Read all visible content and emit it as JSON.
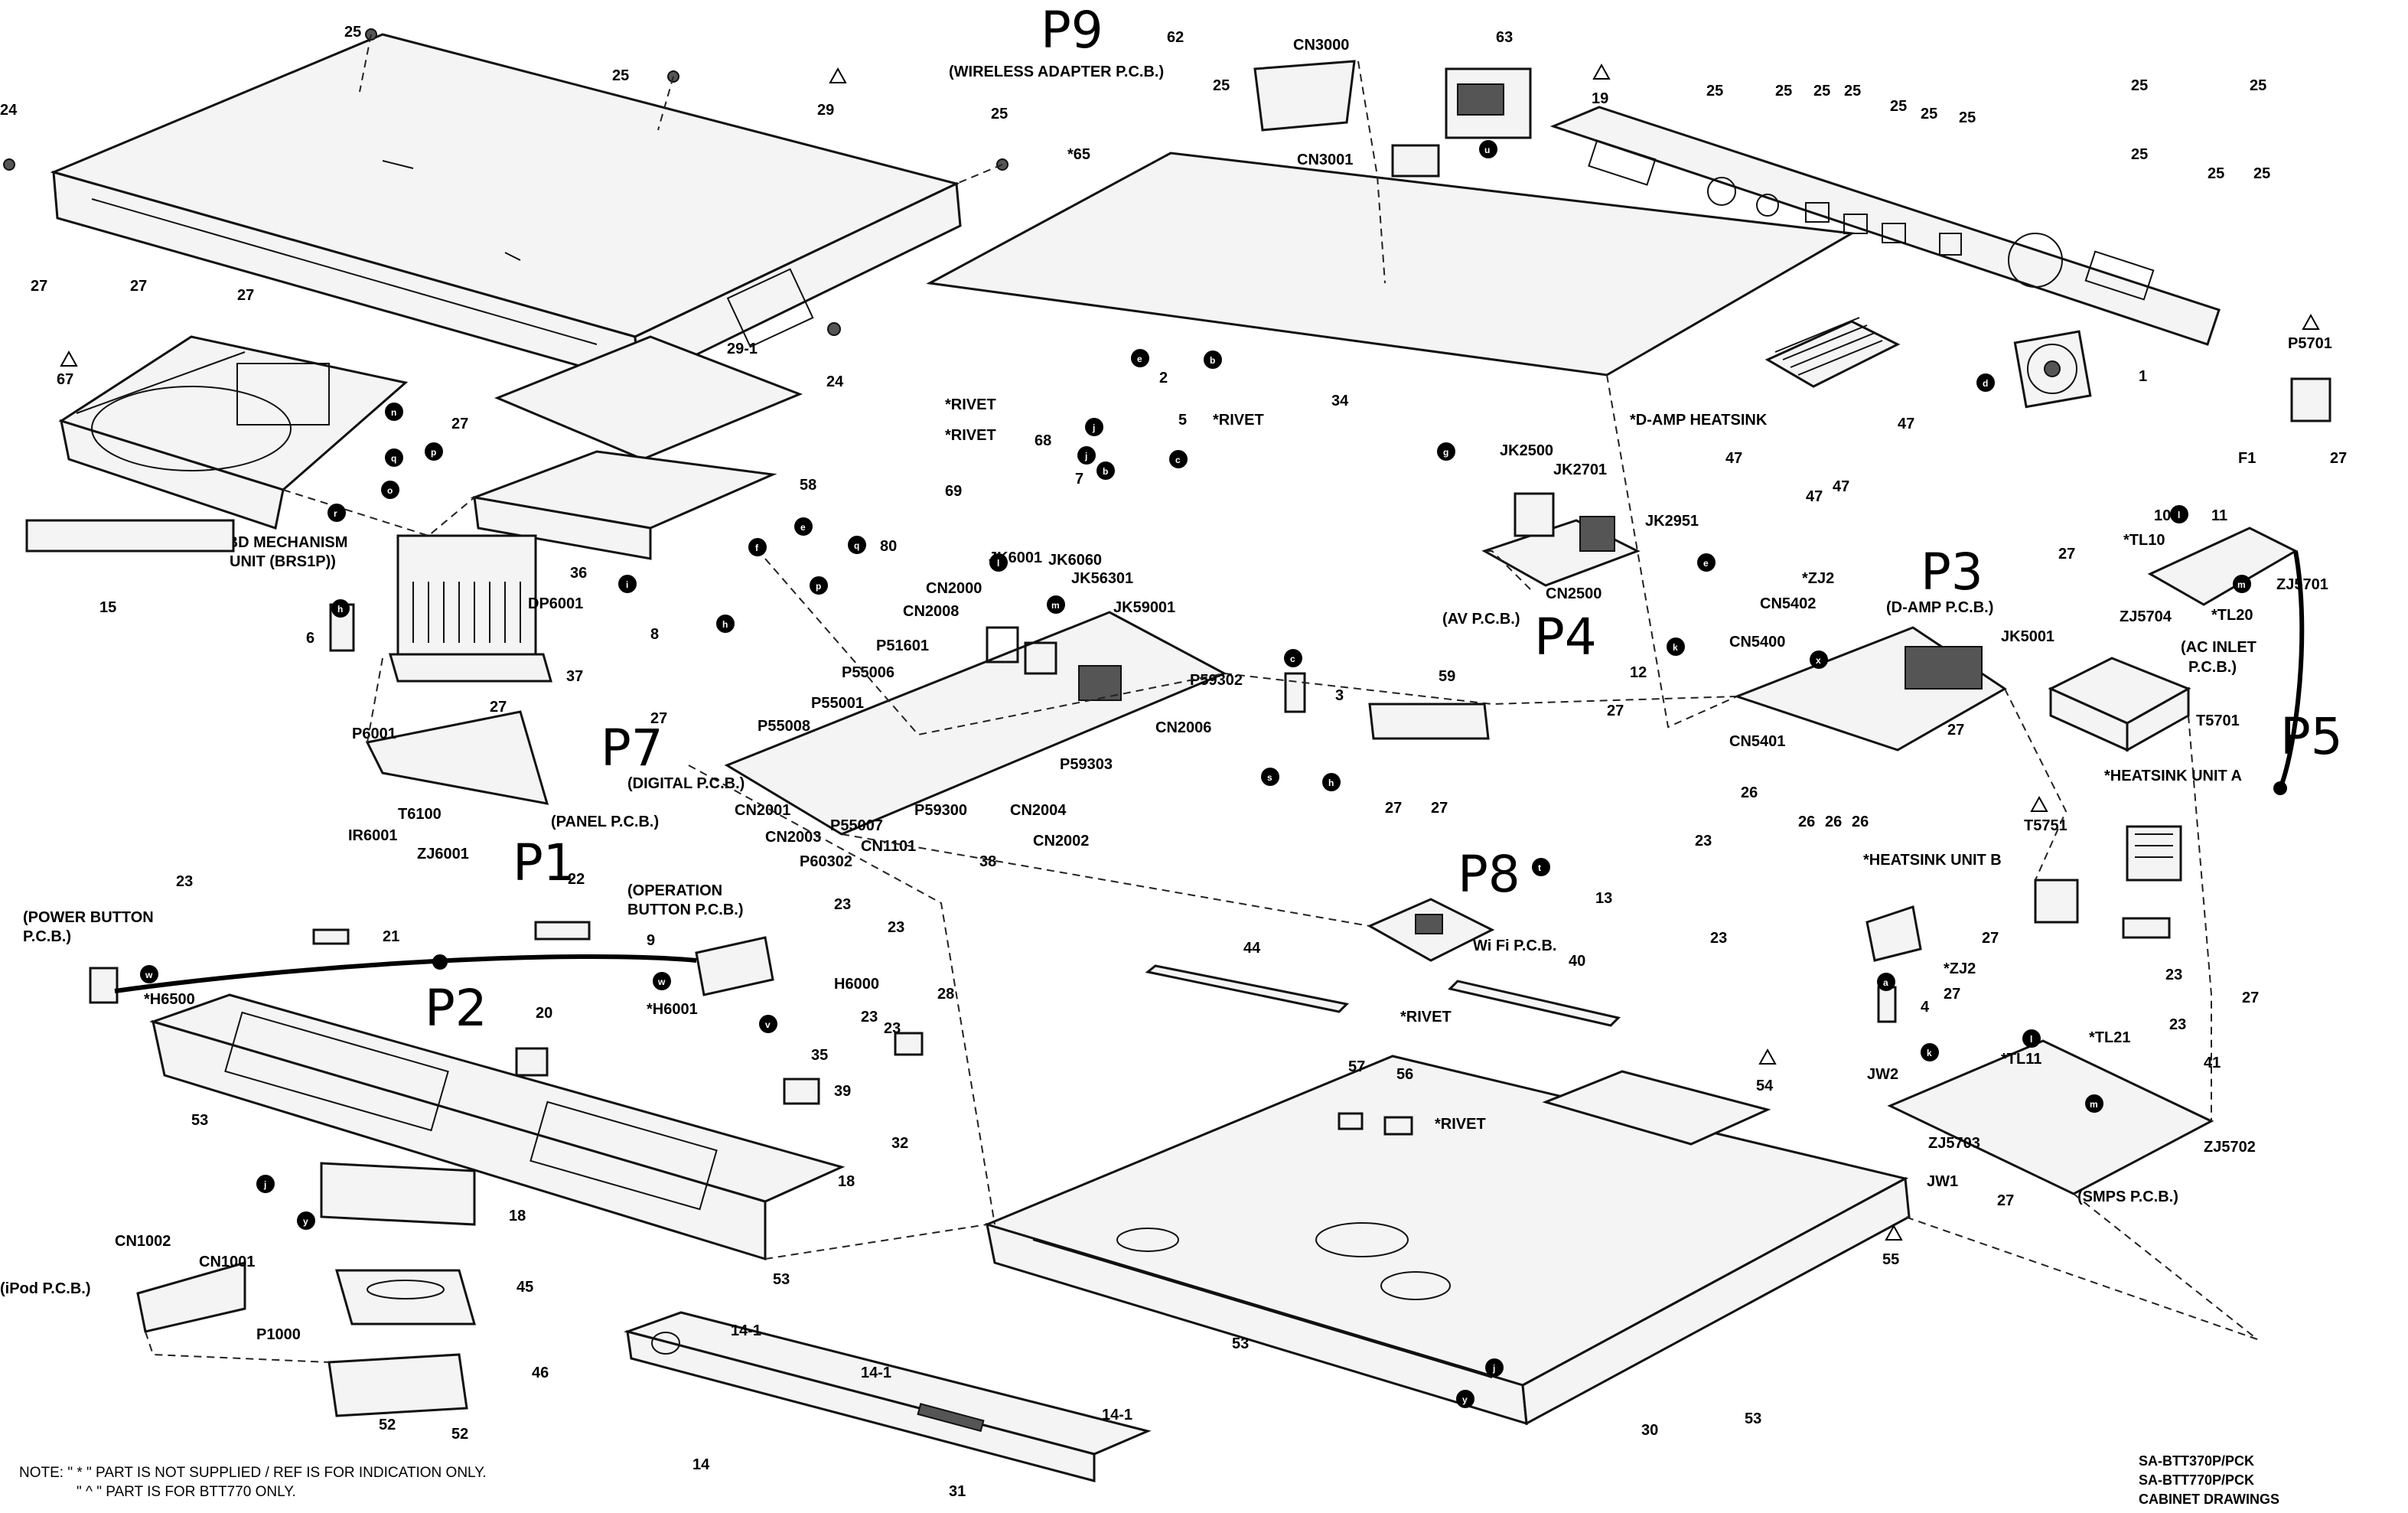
{
  "labels": {
    "top_cover_screws": [
      "25",
      "25",
      "25"
    ],
    "part_24": "24",
    "part_29": "29",
    "part_29_1": "29-1",
    "part_27": "27",
    "part_67": "67",
    "part_15": "15",
    "bd_mech_line1": "(BD MECHANISM",
    "bd_mech_line2": "UNIT (BRS1P))",
    "part_58": "58",
    "part_36": "36",
    "part_37": "37",
    "dp6001": "DP6001",
    "part_8": "8",
    "part_6": "6",
    "p6001": "P6001",
    "t6100": "T6100",
    "ir6001": "IR6001",
    "zj6001": "ZJ6001",
    "panel_pcb": "(PANEL P.C.B.)",
    "rivet": "*RIVET",
    "part_68": "68",
    "part_2": "2",
    "part_5": "5",
    "part_7": "7",
    "part_34": "34",
    "part_69": "69",
    "part_80": "80",
    "jk6001": "JK6001",
    "jk6060": "JK6060",
    "jk56301": "JK56301",
    "jk59001": "JK59001",
    "cn2000": "CN2000",
    "cn2008": "CN2008",
    "p51601": "P51601",
    "p55006": "P55006",
    "p55001": "P55001",
    "p55008": "P55008",
    "p59302": "P59302",
    "cn2006": "CN2006",
    "p59303": "P59303",
    "p59300": "P59300",
    "cn2004": "CN2004",
    "cn2002": "CN2002",
    "cn2001": "CN2001",
    "cn2003": "CN2003",
    "p55007": "P55007",
    "cn1101": "CN1101",
    "p60302": "P60302",
    "digital_pcb": "(DIGITAL P.C.B.)",
    "part_38": "38",
    "part_3": "3",
    "part_59": "59",
    "part_62": "62",
    "cn3000": "CN3000",
    "cn3001": "CN3001",
    "wireless_pcb": "(WIRELESS ADAPTER P.C.B.)",
    "part_63": "63",
    "part_65": "*65",
    "part_19": "19",
    "part_1": "1",
    "jk2500": "JK2500",
    "jk2701": "JK2701",
    "jk2951": "JK2951",
    "cn2500": "CN2500",
    "av_pcb": "(AV P.C.B.)",
    "d_amp_heatsink": "*D-AMP HEATSINK",
    "part_47": "47",
    "zj2": "*ZJ2",
    "cn5402": "CN5402",
    "cn5400": "CN5400",
    "cn5401": "CN5401",
    "d_amp_pcb": "(D-AMP P.C.B.)",
    "jk5001": "JK5001",
    "part_12": "12",
    "part_26": "26",
    "p5701": "P5701",
    "tl10": "*TL10",
    "part_10": "10",
    "part_11": "11",
    "f1": "F1",
    "zj5701": "ZJ5701",
    "zj5704": "ZJ5704",
    "tl20": "*TL20",
    "ac_inlet_pcb_1": "(AC INLET",
    "ac_inlet_pcb_2": "P.C.B.)",
    "t5701": "T5701",
    "heatsink_a": "*HEATSINK UNIT A",
    "heatsink_b": "*HEATSINK UNIT B",
    "t5751": "T5751",
    "part_23": "23",
    "part_4": "4",
    "tl11": "*TL11",
    "tl21": "*TL21",
    "part_41": "41",
    "jw2": "JW2",
    "jw1": "JW1",
    "zj5703": "ZJ5703",
    "zj5702": "ZJ5702",
    "smps_pcb": "(SMPS P.C.B.)",
    "part_13": "13",
    "wifi_pcb": "Wi Fi P.C.B.",
    "part_44": "44",
    "part_40": "40",
    "part_57": "57",
    "part_56": "56",
    "part_54": "54",
    "part_55": "55",
    "part_30": "30",
    "part_53": "53",
    "power_button_pcb_1": "(POWER BUTTON",
    "power_button_pcb_2": "P.C.B.)",
    "h6500": "*H6500",
    "part_21": "21",
    "part_22": "22",
    "op_button_pcb_1": "(OPERATION",
    "op_button_pcb_2": "BUTTON P.C.B.)",
    "part_9": "9",
    "h6001": "*H6001",
    "h6000": "H6000",
    "part_20": "20",
    "part_28": "28",
    "part_35": "35",
    "part_39": "39",
    "part_32": "32",
    "part_18": "18",
    "part_45": "45",
    "part_46": "46",
    "part_52": "52",
    "cn1002": "CN1002",
    "cn1001": "CN1001",
    "ipod_pcb": "(iPod P.C.B.)",
    "p1000": "P1000",
    "part_14": "14",
    "part_14_1": "14-1",
    "part_31": "31"
  },
  "handwritten": {
    "p1": "P1",
    "p2": "P2",
    "p3": "P3",
    "p4": "P4",
    "p5": "P5",
    "p7": "P7",
    "p8": "P8",
    "p9": "P9"
  },
  "notes": {
    "note_line1": "NOTE: \" * \" PART IS NOT SUPPLIED / REF IS FOR INDICATION ONLY.",
    "note_line2": "\" ^ \" PART IS FOR BTT770 ONLY.",
    "model1": "SA-BTT370P/PCK",
    "model2": "SA-BTT770P/PCK",
    "doc_title": "CABINET DRAWINGS"
  },
  "markers": {
    "a": "a",
    "b": "b",
    "c": "c",
    "d": "d",
    "e": "e",
    "f": "f",
    "g": "g",
    "h": "h",
    "i": "i",
    "j": "j",
    "k": "k",
    "l": "l",
    "m": "m",
    "n": "n",
    "o": "o",
    "p": "p",
    "q": "q",
    "r": "r",
    "s": "s",
    "t": "t",
    "u": "u",
    "v": "v",
    "w": "w",
    "x": "x",
    "y": "y"
  }
}
